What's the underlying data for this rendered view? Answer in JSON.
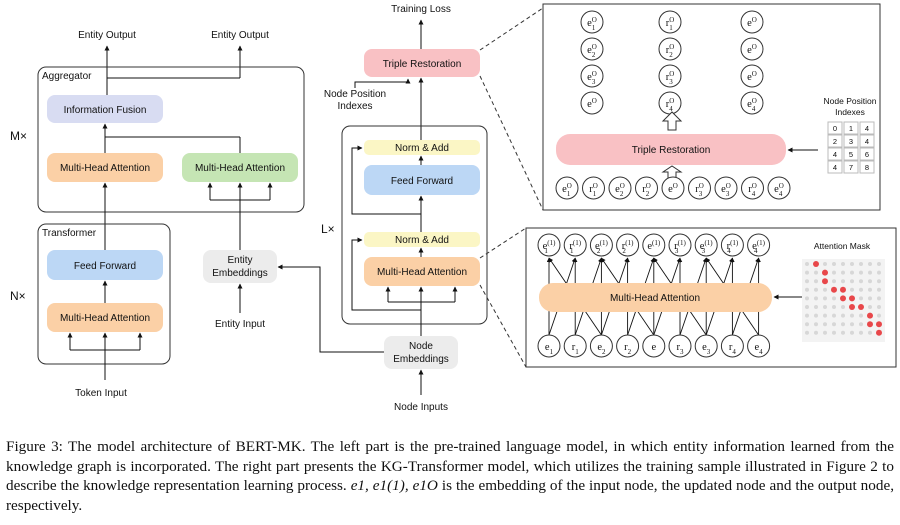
{
  "left": {
    "entity_output_left": "Entity Output",
    "entity_output_right": "Entity Output",
    "aggregator_title": "Aggregator",
    "aggregator_repeat": "M×",
    "information_fusion": "Information Fusion",
    "mha_token": "Multi-Head Attention",
    "mha_entity": "Multi-Head Attention",
    "transformer_title": "Transformer",
    "transformer_repeat": "N×",
    "feed_forward": "Feed Forward",
    "mha_transformer": "Multi-Head Attention",
    "token_input": "Token Input",
    "entity_embeddings_line1": "Entity",
    "entity_embeddings_line2": "Embeddings",
    "entity_input": "Entity Input"
  },
  "middle": {
    "training_loss": "Training Loss",
    "triple_restoration": "Triple Restoration",
    "node_position_line1": "Node Position",
    "node_position_line2": "Indexes",
    "block_repeat": "L×",
    "norm_add_top": "Norm & Add",
    "feed_forward": "Feed Forward",
    "norm_add_bottom": "Norm & Add",
    "mha": "Multi-Head Attention",
    "node_embeddings_line1": "Node",
    "node_embeddings_line2": "Embeddings",
    "node_inputs": "Node Inputs"
  },
  "top_right": {
    "outputs": [
      {
        "base": "e",
        "sub": "1",
        "sup": "O"
      },
      {
        "base": "r",
        "sub": "1",
        "sup": "O"
      },
      {
        "base": "e",
        "sub": "",
        "sup": "O"
      },
      {
        "base": "e",
        "sub": "2",
        "sup": "O"
      },
      {
        "base": "r",
        "sub": "2",
        "sup": "O"
      },
      {
        "base": "e",
        "sub": "",
        "sup": "O"
      },
      {
        "base": "e",
        "sub": "3",
        "sup": "O"
      },
      {
        "base": "r",
        "sub": "3",
        "sup": "O"
      },
      {
        "base": "e",
        "sub": "",
        "sup": "O"
      },
      {
        "base": "e",
        "sub": "",
        "sup": "O"
      },
      {
        "base": "r",
        "sub": "4",
        "sup": "O"
      },
      {
        "base": "e",
        "sub": "4",
        "sup": "O"
      }
    ],
    "triple_restoration": "Triple Restoration",
    "node_position_line1": "Node Position",
    "node_position_line2": "Indexes",
    "index_grid": [
      [
        "0",
        "1",
        "4"
      ],
      [
        "2",
        "3",
        "4"
      ],
      [
        "4",
        "5",
        "6"
      ],
      [
        "4",
        "7",
        "8"
      ]
    ],
    "inputs": [
      {
        "base": "e",
        "sub": "1",
        "sup": "O"
      },
      {
        "base": "r",
        "sub": "1",
        "sup": "O"
      },
      {
        "base": "e",
        "sub": "2",
        "sup": "O"
      },
      {
        "base": "r",
        "sub": "2",
        "sup": "O"
      },
      {
        "base": "e",
        "sub": "",
        "sup": "O"
      },
      {
        "base": "r",
        "sub": "3",
        "sup": "O"
      },
      {
        "base": "e",
        "sub": "3",
        "sup": "O"
      },
      {
        "base": "r",
        "sub": "4",
        "sup": "O"
      },
      {
        "base": "e",
        "sub": "4",
        "sup": "O"
      }
    ]
  },
  "bottom_right": {
    "outputs": [
      {
        "base": "e",
        "sub": "1",
        "sup": "(1)"
      },
      {
        "base": "r",
        "sub": "1",
        "sup": "(1)"
      },
      {
        "base": "e",
        "sub": "2",
        "sup": "(1)"
      },
      {
        "base": "r",
        "sub": "2",
        "sup": "(1)"
      },
      {
        "base": "e",
        "sub": "",
        "sup": "(1)"
      },
      {
        "base": "r",
        "sub": "3",
        "sup": "(1)"
      },
      {
        "base": "e",
        "sub": "3",
        "sup": "(1)"
      },
      {
        "base": "r",
        "sub": "4",
        "sup": "(1)"
      },
      {
        "base": "e",
        "sub": "4",
        "sup": "(1)"
      }
    ],
    "mha": "Multi-Head Attention",
    "attention_mask": "Attention Mask",
    "inputs": [
      {
        "base": "e",
        "sub": "1",
        "sup": ""
      },
      {
        "base": "r",
        "sub": "1",
        "sup": ""
      },
      {
        "base": "e",
        "sub": "2",
        "sup": ""
      },
      {
        "base": "r",
        "sub": "2",
        "sup": ""
      },
      {
        "base": "e",
        "sub": "",
        "sup": ""
      },
      {
        "base": "r",
        "sub": "3",
        "sup": ""
      },
      {
        "base": "e",
        "sub": "3",
        "sup": ""
      },
      {
        "base": "r",
        "sub": "4",
        "sup": ""
      },
      {
        "base": "e",
        "sub": "4",
        "sup": ""
      }
    ],
    "mask_dots_active": [
      [
        0,
        1
      ],
      [
        1,
        2
      ],
      [
        2,
        2
      ],
      [
        3,
        3
      ],
      [
        3,
        4
      ],
      [
        4,
        4
      ],
      [
        4,
        5
      ],
      [
        5,
        5
      ],
      [
        5,
        6
      ],
      [
        6,
        7
      ],
      [
        7,
        7
      ],
      [
        7,
        8
      ],
      [
        8,
        8
      ]
    ]
  },
  "caption": {
    "part1": "Figure 3: The model architecture of BERT-MK. The left part is the pre-trained language model, in which entity information learned from the knowledge graph is incorporated. The right part presents the KG-Transformer model, which utilizes the training sample illustrated in Figure 2 to describe the knowledge representation learning process. ",
    "math": "e1, e1(1), e1O",
    "part2": " is the embedding of the input node, the updated node and the output node, respectively."
  },
  "colors": {
    "orange": "#fbd0a6",
    "green": "#c5e5b4",
    "blue": "#bcd7f5",
    "lavender": "#d8dcf2",
    "pink": "#f9c1c4",
    "yellow": "#fbf6c5",
    "gray": "#ececec",
    "mask_red": "#e8474a",
    "mask_gray": "#d7d7d7"
  }
}
